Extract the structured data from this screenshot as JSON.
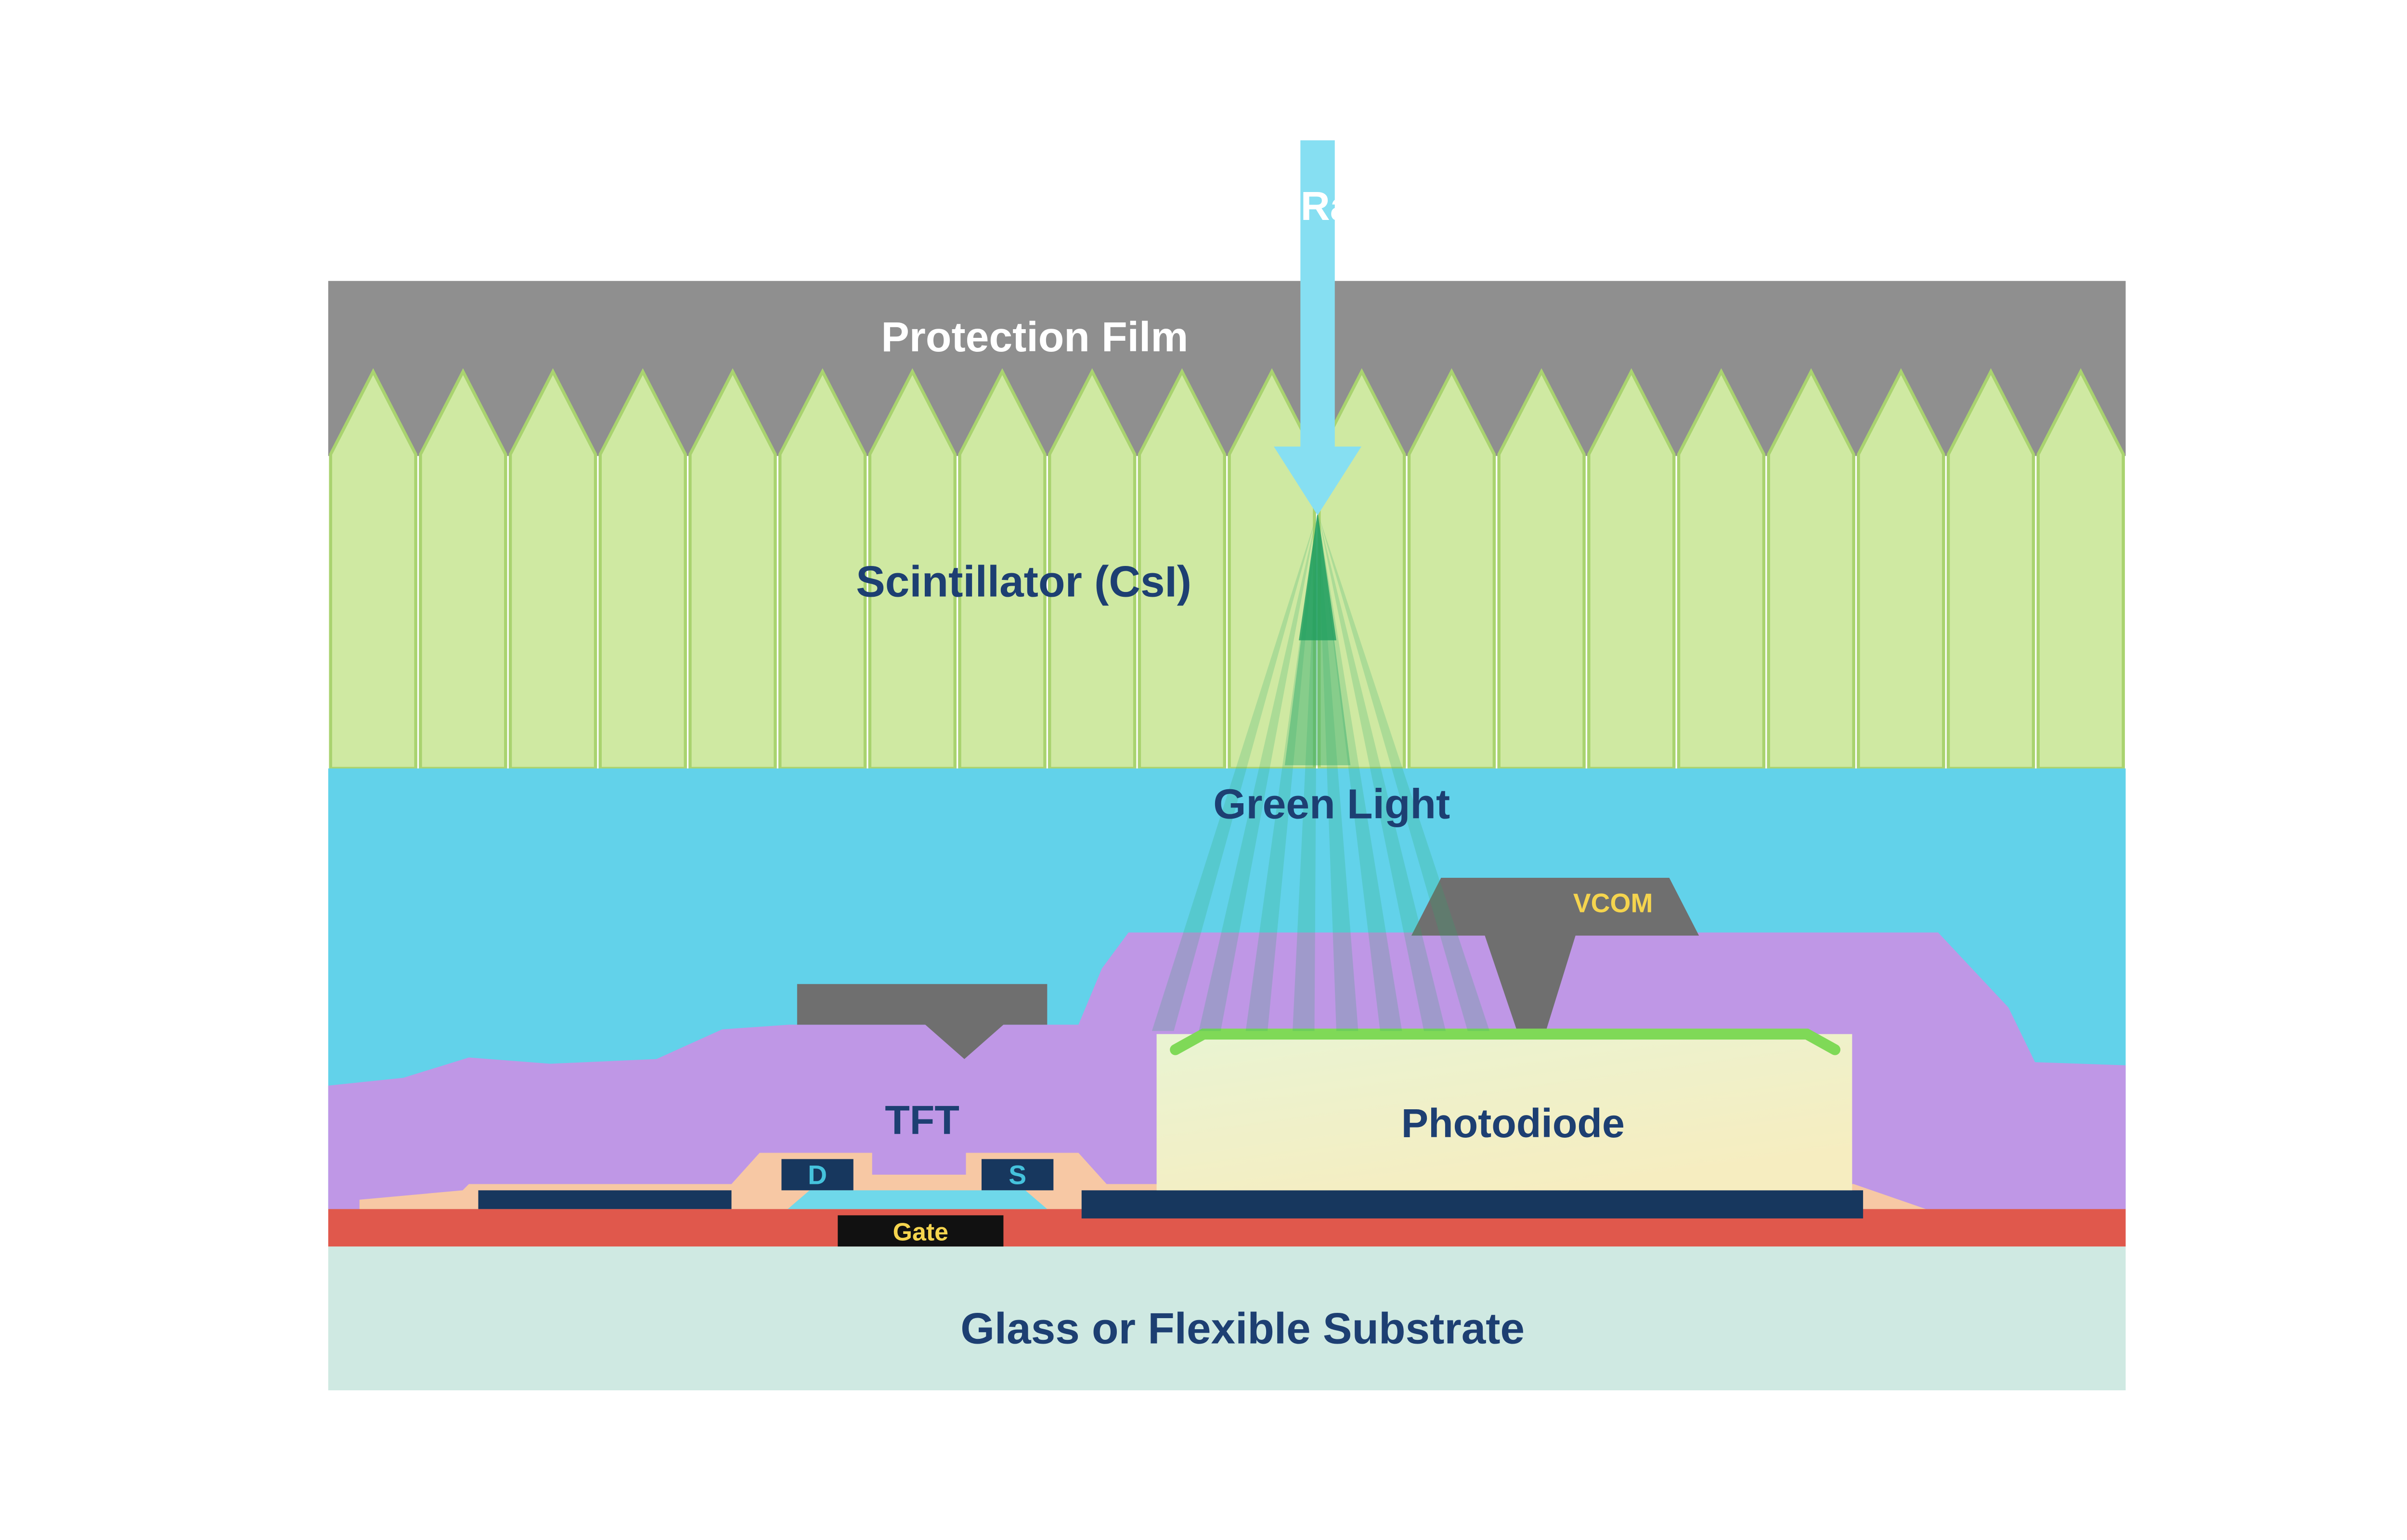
{
  "labels": {
    "xray": "X-Ray",
    "protection_film": "Protection Film",
    "scintillator": "Scintillator (CsI)",
    "green_light": "Green Light",
    "vcom": "VCOM",
    "tft": "TFT",
    "drain": "D",
    "source": "S",
    "gate": "Gate",
    "photodiode": "Photodiode",
    "substrate": "Glass or Flexible Substrate"
  },
  "colors": {
    "background": "#ffffff",
    "protection_film": "#8f8f8f",
    "scintillator_fill": "#cfe9a2",
    "scintillator_outline": "#a9d36f",
    "light_layer_cyan": "#62d2ea",
    "xray_arrow": "#86dff2",
    "green_ray": "#2eaa6e",
    "green_ray_core": "#1f9e5f",
    "planarization_purple": "#bf97e6",
    "electrode_gray": "#6f6f6f",
    "photodiode_fill_top": "#e9f4d2",
    "photodiode_fill_bottom": "#f6edc0",
    "photodiode_top_edge": "#7fd957",
    "metal_navy": "#17375e",
    "salmon_layer": "#f7c8a4",
    "tft_channel_cyan": "#6fd8ea",
    "gate_black": "#111111",
    "red_layer": "#e0584c",
    "substrate_teal": "#cfe9e2",
    "label_navy": "#1d3f72",
    "label_yellow": "#f5d44e",
    "label_white": "#ffffff",
    "ds_letter_teal": "#45c2dc"
  }
}
